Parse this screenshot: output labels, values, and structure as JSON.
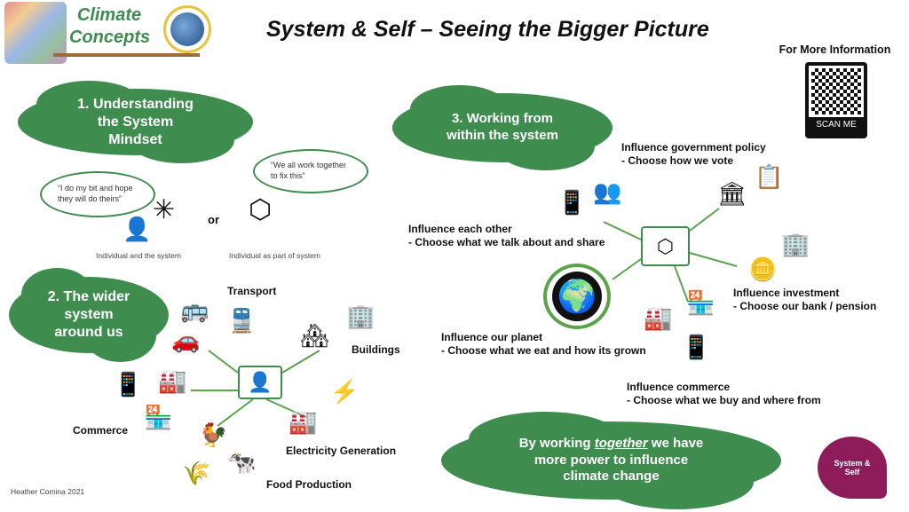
{
  "logo": {
    "line1": "Climate",
    "line2": "Concepts"
  },
  "title": "System & Self – Seeing the Bigger Picture",
  "qr": {
    "heading": "For More Information",
    "button": "SCAN ME"
  },
  "section1": {
    "heading": "1. Understanding the System Mindset",
    "quote1": "“I do my bit and hope they will do theirs”",
    "quote2": "“We all work together to fix this”",
    "or": "or",
    "caption1": "Individual and the system",
    "caption2": "Individual as part of system"
  },
  "section2": {
    "heading": "2. The wider system around us",
    "transport": "Transport",
    "buildings": "Buildings",
    "commerce": "Commerce",
    "electricity": "Electricity Generation",
    "food": "Food Production"
  },
  "section3": {
    "heading": "3. Working from within the system",
    "gov": {
      "title": "Influence government policy",
      "sub": "- Choose how we vote"
    },
    "other": {
      "title": "Influence each other",
      "sub": "- Choose what we talk about and share"
    },
    "invest": {
      "title": "Influence investment",
      "sub": "- Choose our bank / pension"
    },
    "planet": {
      "title": "Influence our planet",
      "sub": "- Choose what we eat and how its grown"
    },
    "commerce": {
      "title": "Influence commerce",
      "sub": "- Choose what we buy and where from"
    }
  },
  "footer": {
    "pre": "By working ",
    "emph": "together",
    "post": " we have more power to influence climate change",
    "credit": "Heather Comina 2021",
    "badge": "System & Self"
  },
  "colors": {
    "green": "#3f8c4f",
    "badge": "#8e1b5a"
  }
}
